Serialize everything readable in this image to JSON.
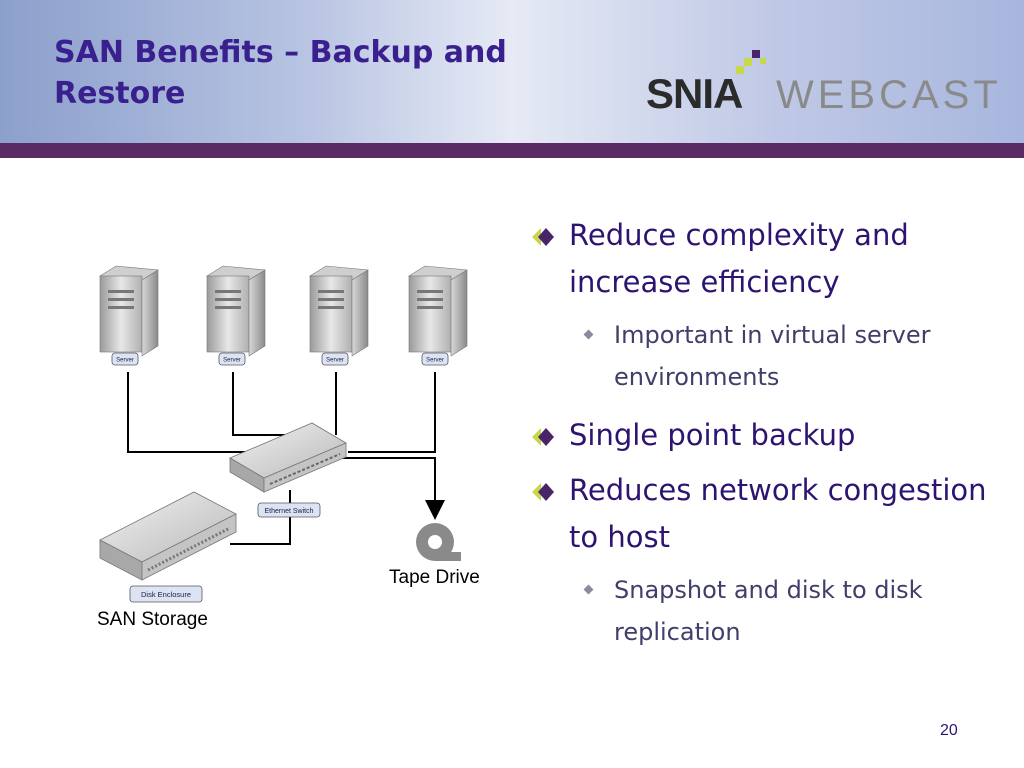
{
  "slide": {
    "title": "SAN Benefits – Backup and Restore",
    "page_number": "20"
  },
  "logo": {
    "brand": "SNIA",
    "product": "WEBCAST"
  },
  "diagram": {
    "device_tags": {
      "server": "Server",
      "switch": "Ethernet Switch",
      "enclosure": "Disk Enclosure"
    },
    "labels": {
      "tape_drive": "Tape Drive",
      "san_storage": "SAN Storage"
    }
  },
  "bullets": [
    {
      "level": 1,
      "text": "Reduce complexity and increase efficiency"
    },
    {
      "level": 2,
      "text": "Important in virtual server environments"
    },
    {
      "level": 1,
      "text": "Single point backup"
    },
    {
      "level": 1,
      "text": "Reduces network congestion to host"
    },
    {
      "level": 2,
      "text": "Snapshot and disk to disk replication"
    }
  ],
  "colors": {
    "title": "#3a1f8f",
    "header_rule": "#5a2a66",
    "bullet_marker_light": "#c8d84a",
    "bullet_marker_dark": "#4a2468"
  }
}
